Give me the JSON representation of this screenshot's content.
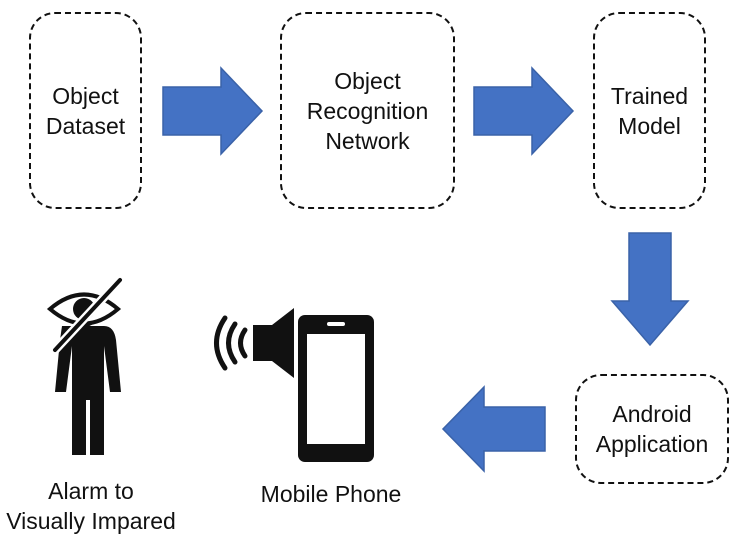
{
  "diagram": {
    "nodes": {
      "object_dataset": {
        "lines": [
          "Object",
          "Dataset"
        ]
      },
      "recognition_network": {
        "lines": [
          "Object",
          "Recognition",
          "Network"
        ]
      },
      "trained_model": {
        "lines": [
          "Trained",
          "Model"
        ]
      },
      "android_application": {
        "lines": [
          "Android",
          "Application"
        ]
      }
    },
    "captions": {
      "person": {
        "lines": [
          "Alarm to",
          "Visually Impared"
        ]
      },
      "phone": {
        "lines": [
          "Mobile Phone"
        ]
      }
    },
    "edges": [
      {
        "from": "object_dataset",
        "to": "recognition_network",
        "direction": "right"
      },
      {
        "from": "recognition_network",
        "to": "trained_model",
        "direction": "right"
      },
      {
        "from": "trained_model",
        "to": "android_application",
        "direction": "down"
      },
      {
        "from": "android_application",
        "to": "mobile_phone",
        "direction": "left"
      }
    ],
    "icons": [
      "visually-impaired-person-icon",
      "speaker-sound-icon",
      "mobile-phone-icon"
    ],
    "colors": {
      "arrow_fill": "#4472C4",
      "arrow_stroke": "#3A62A8",
      "ink": "#111111"
    }
  }
}
